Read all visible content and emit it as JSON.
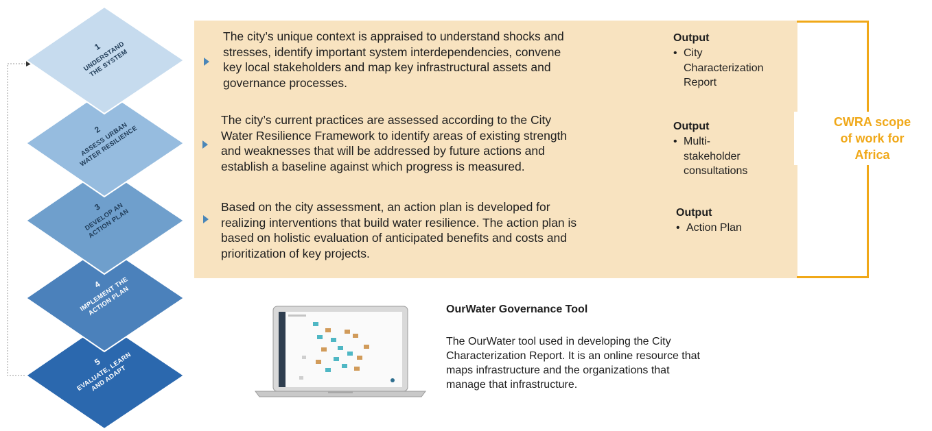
{
  "steps": [
    {
      "number": "1",
      "line1": "UNDERSTAND",
      "line2": "THE SYSTEM"
    },
    {
      "number": "2",
      "line1": "ASSESS URBAN",
      "line2": "WATER RESILIENCE"
    },
    {
      "number": "3",
      "line1": "DEVELOP AN",
      "line2": "ACTION PLAN"
    },
    {
      "number": "4",
      "line1": "IMPLEMENT THE",
      "line2": "ACTION PLAN"
    },
    {
      "number": "5",
      "line1": "EVALUATE, LEARN",
      "line2": "AND ADAPT"
    }
  ],
  "rows": [
    {
      "lines": [
        "The city’s unique context is appraised to understand shocks and",
        "stresses, identify important system interdependencies, convene",
        "key local stakeholders and map key infrastructural assets and",
        "governance processes."
      ],
      "output_title": "Output",
      "output_lines": [
        "City",
        "Characterization",
        "Report"
      ]
    },
    {
      "lines": [
        "The city’s current practices are assessed according to the City",
        "Water Resilience Framework to identify areas of existing strength",
        "and weaknesses that will be addressed by future actions and",
        "establish a baseline against which progress is measured."
      ],
      "output_title": "Output",
      "output_lines": [
        "Multi-",
        "stakeholder",
        "consultations"
      ]
    },
    {
      "lines": [
        "Based on the city assessment, an action plan is developed for",
        "realizing interventions that build water resilience. The action plan is",
        "based on holistic evaluation of anticipated benefits and costs and",
        "prioritization of key projects."
      ],
      "output_title": "Output",
      "output_lines": [
        "Action Plan"
      ]
    }
  ],
  "scope": {
    "line1": "CWRA scope",
    "line2": "of work for",
    "line3": "Africa"
  },
  "tool": {
    "title": "OurWater Governance Tool",
    "desc": [
      "The OurWater tool used in developing the City",
      "Characterization Report. It is an online resource that",
      "maps infrastructure and the organizations that",
      "manage that infrastructure."
    ]
  },
  "colors": {
    "diamond_1": "#c6dbee",
    "diamond_2": "#96bcdf",
    "diamond_3": "#6f9fcc",
    "diamond_4": "#4b81bb",
    "diamond_5": "#2b68ae",
    "panel": "#f8e3c0",
    "accent": "#f0a818"
  }
}
